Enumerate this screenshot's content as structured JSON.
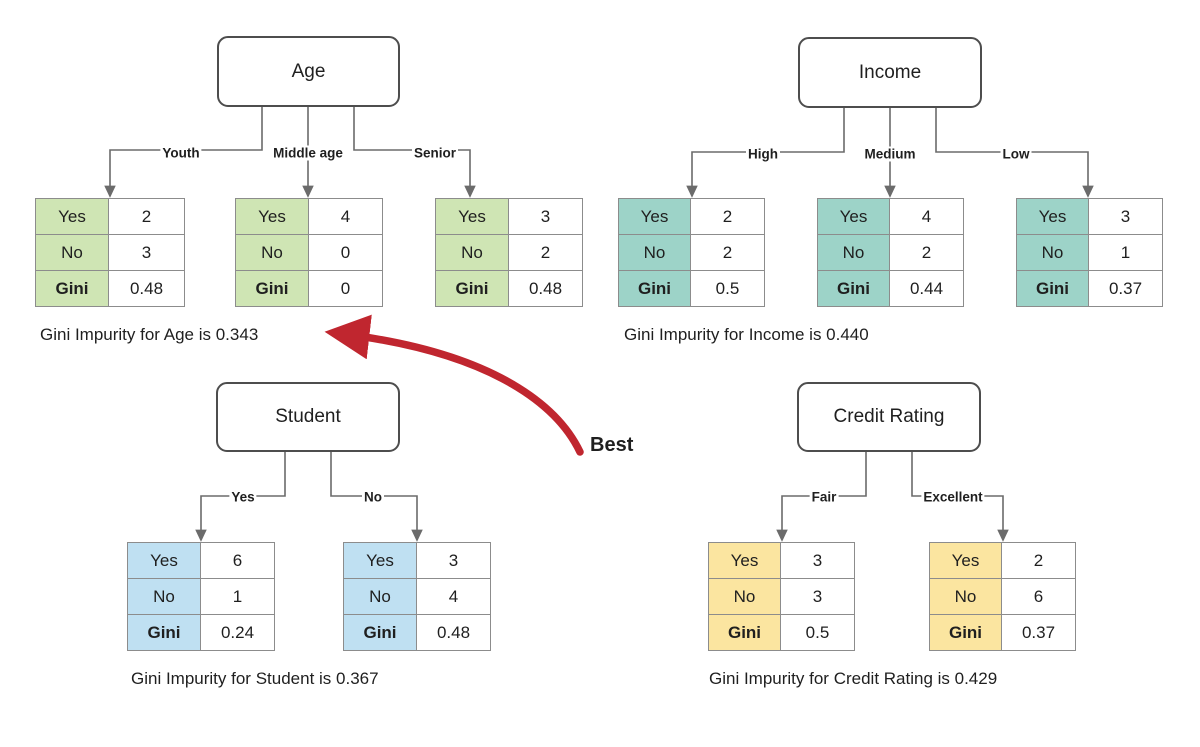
{
  "diagram": {
    "title_absent": true,
    "colors": {
      "green": "#cfe5b4",
      "teal": "#9dd3c8",
      "blue": "#bfe0f2",
      "yellow": "#fbe5a0",
      "node_border": "#4d4d4d",
      "cell_border": "#8c8c8c",
      "best_arrow": "#c0262f",
      "text": "#1f1f1f"
    },
    "best_marker": {
      "label": "Best",
      "points_to": "Gini Impurity for Age is 0.343"
    },
    "row_headers": [
      "Yes",
      "No",
      "Gini"
    ],
    "groups": [
      {
        "id": "age",
        "node_label": "Age",
        "accent": "green",
        "edges": [
          "Youth",
          "Middle age",
          "Senior"
        ],
        "caption": "Gini Impurity for Age is 0.343",
        "gini_total": 0.343,
        "branches": [
          {
            "edge": "Youth",
            "yes": "2",
            "no": "3",
            "gini": "0.48"
          },
          {
            "edge": "Middle age",
            "yes": "4",
            "no": "0",
            "gini": "0"
          },
          {
            "edge": "Senior",
            "yes": "3",
            "no": "2",
            "gini": "0.48"
          }
        ]
      },
      {
        "id": "income",
        "node_label": "Income",
        "accent": "teal",
        "edges": [
          "High",
          "Medium",
          "Low"
        ],
        "caption": "Gini Impurity for Income is 0.440",
        "gini_total": 0.44,
        "branches": [
          {
            "edge": "High",
            "yes": "2",
            "no": "2",
            "gini": "0.5"
          },
          {
            "edge": "Medium",
            "yes": "4",
            "no": "2",
            "gini": "0.44"
          },
          {
            "edge": "Low",
            "yes": "3",
            "no": "1",
            "gini": "0.37"
          }
        ]
      },
      {
        "id": "student",
        "node_label": "Student",
        "accent": "blue",
        "edges": [
          "Yes",
          "No"
        ],
        "caption": "Gini Impurity for Student is 0.367",
        "gini_total": 0.367,
        "branches": [
          {
            "edge": "Yes",
            "yes": "6",
            "no": "1",
            "gini": "0.24"
          },
          {
            "edge": "No",
            "yes": "3",
            "no": "4",
            "gini": "0.48"
          }
        ]
      },
      {
        "id": "credit",
        "node_label": "Credit Rating",
        "accent": "yellow",
        "edges": [
          "Fair",
          "Excellent"
        ],
        "caption": "Gini Impurity for Credit Rating is 0.429",
        "gini_total": 0.429,
        "branches": [
          {
            "edge": "Fair",
            "yes": "3",
            "no": "3",
            "gini": "0.5"
          },
          {
            "edge": "Excellent",
            "yes": "2",
            "no": "6",
            "gini": "0.37"
          }
        ]
      }
    ]
  }
}
